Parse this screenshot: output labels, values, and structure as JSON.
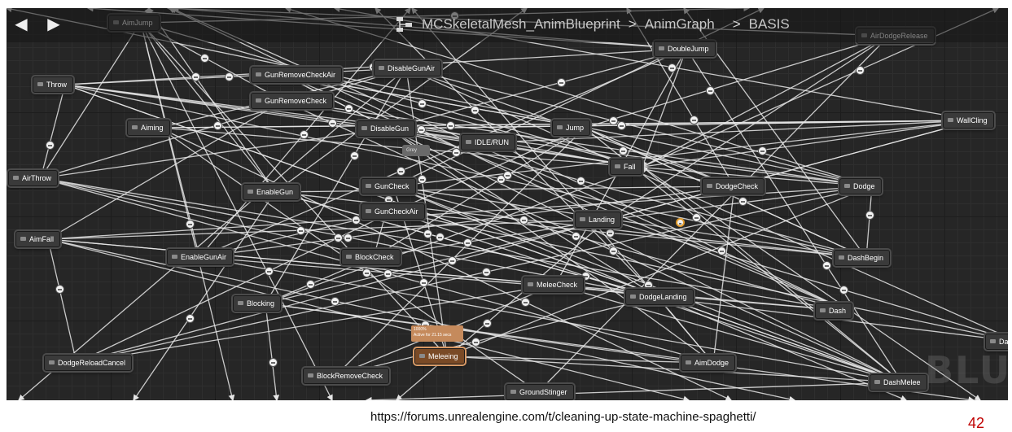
{
  "breadcrumb": {
    "asset": "MCSkeletalMesh_AnimBlueprint",
    "graph": "AnimGraph",
    "machine": "BASIS",
    "separator": ">"
  },
  "nav": {
    "back_icon": "back-arrow-icon",
    "forward_icon": "forward-arrow-icon",
    "graph_icon": "graph-icon"
  },
  "states": [
    "AimJump",
    "Throw",
    "GunRemoveCheckAir",
    "DisableGunAir",
    "GunRemoveCheck",
    "DoubleJump",
    "AirDodgeRelease",
    "Aiming",
    "DisableGun",
    "IDLE/RUN",
    "Jump",
    "WallCling",
    "AirThrow",
    "EnableGun",
    "GunCheck",
    "Fall",
    "DodgeCheck",
    "Dodge",
    "GunCheckAir",
    "Landing",
    "AimFall",
    "EnableGunAir",
    "BlockCheck",
    "DashBegin",
    "MeleeCheck",
    "DodgeLanding",
    "Blocking",
    "Dash",
    "Da",
    "DodgeReloadCancel",
    "Meleeing",
    "AimDodge",
    "BlockRemoveCheck",
    "DashMelee",
    "GroundStinger"
  ],
  "active_state_status": {
    "line1": "1000%",
    "line2": "Active for 21.15 secs"
  },
  "grey_node_label": "Grey",
  "watermark": "BLU",
  "footer": {
    "source_url": "https://forums.unrealengine.com/t/cleaning-up-state-machine-spaghetti/",
    "page_number": "42"
  },
  "colors": {
    "graph_bg": "#262626",
    "node_bg": "#3a3a3a",
    "active_node": "#c58a5c",
    "wire": "#e6e6e6",
    "page_number": "#c00000"
  }
}
